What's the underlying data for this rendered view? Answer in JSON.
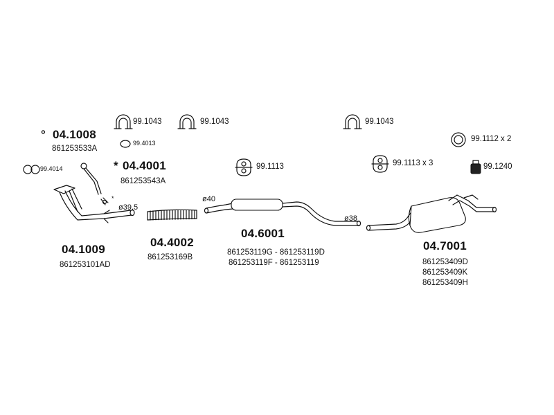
{
  "parts": {
    "p041008": {
      "code": "04.1008",
      "marker": "°",
      "oe": "861253533A"
    },
    "p044001": {
      "code": "04.4001",
      "marker": "*",
      "oe": "861253543A"
    },
    "p041009": {
      "code": "04.1009",
      "oe": "861253101AD",
      "marker": "*",
      "diameter": "ø39,5"
    },
    "p044002": {
      "code": "04.4002",
      "oe": "861253169B"
    },
    "p046001": {
      "code": "04.6001",
      "oe1": "861253119G - 861253119D",
      "oe2": "861253119F - 861253119",
      "diameter_in": "ø40",
      "diameter_out": "ø38"
    },
    "p047001": {
      "code": "04.7001",
      "oe1": "861253409D",
      "oe2": "861253409K",
      "oe3": "861253409H"
    }
  },
  "accessories": {
    "clamp1": "99.1043",
    "clamp2": "99.1043",
    "clamp3": "99.1043",
    "gasket_small": "99.4013",
    "gasket_flange": "99.4014",
    "hanger1": "99.1113",
    "hanger2": "99.1113 x 3",
    "ring": "99.1112 x 2",
    "rubber": "99.1240"
  }
}
